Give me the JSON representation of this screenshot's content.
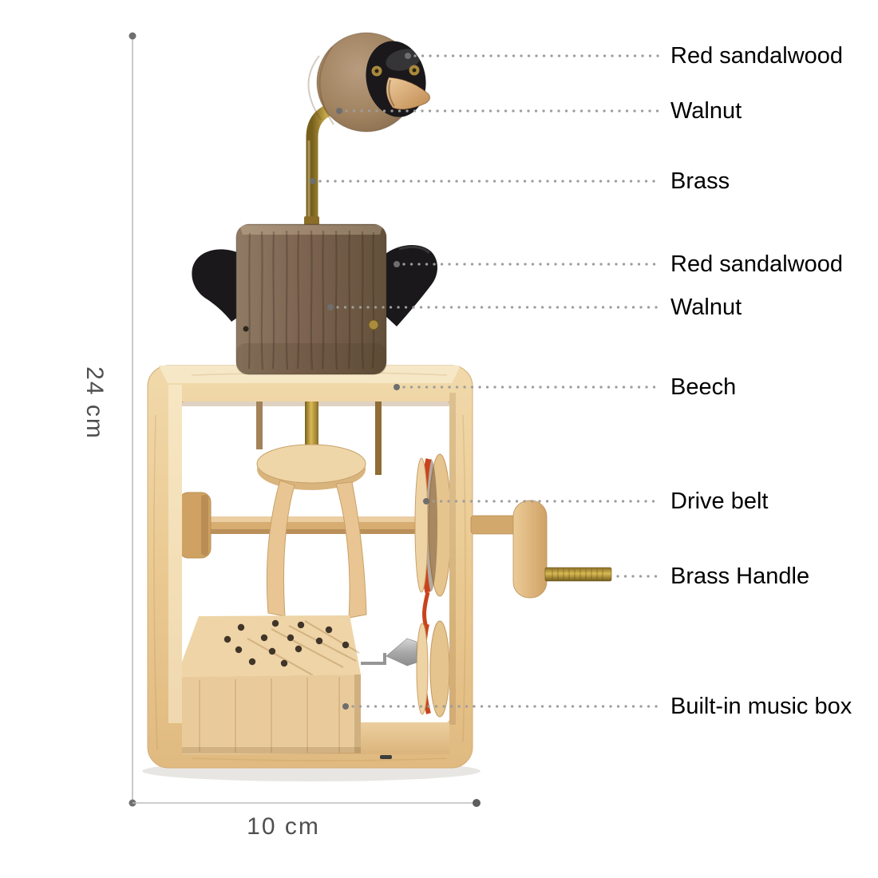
{
  "callouts": [
    {
      "label": "Red sandalwood"
    },
    {
      "label": "Walnut"
    },
    {
      "label": "Brass"
    },
    {
      "label": "Red sandalwood"
    },
    {
      "label": "Walnut"
    },
    {
      "label": "Beech"
    },
    {
      "label": "Drive belt"
    },
    {
      "label": "Brass Handle"
    },
    {
      "label": "Built-in music box"
    }
  ],
  "dimensions": {
    "height": "24 cm",
    "width": "10 cm"
  },
  "colors": {
    "beech_wood": "#ecd0a0",
    "walnut_wood": "#7d6550",
    "sandalwood_black": "#1a181b",
    "brass": "#c2a044",
    "belt_red": "#c8431d",
    "label_text": "#000000",
    "dimension_text": "#4f4f4f",
    "leader_dots": "#9d9d9d",
    "dimension_line": "#bdbdbd"
  }
}
